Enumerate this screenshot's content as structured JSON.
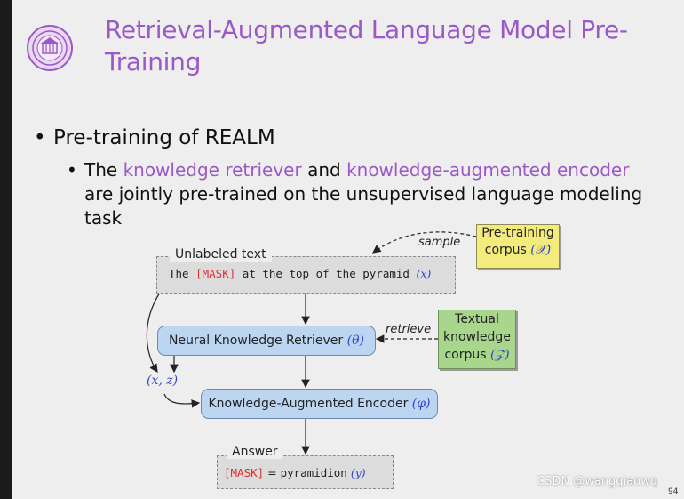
{
  "slide": {
    "title_line1": "Retrieval-Augmented Language Model Pre-",
    "title_line2": "Training",
    "bullet1": "Pre-training of REALM",
    "bullet2_pre": "The ",
    "bullet2_hl1": "knowledge retriever",
    "bullet2_mid": " and ",
    "bullet2_hl2": "knowledge-augmented encoder",
    "bullet2_post": " are jointly pre-trained on the unsupervised language modeling task",
    "page_number": "94"
  },
  "diagram": {
    "unlabeled_label": "Unlabeled text",
    "unlabeled_pre": "The ",
    "unlabeled_mask": "[MASK]",
    "unlabeled_post": " at the top of the pyramid ",
    "unlabeled_var": "(x)",
    "pretraining_corpus_line1": "Pre-training",
    "pretraining_corpus_line2": "corpus ",
    "pretraining_corpus_var": "(𝒳)",
    "sample_label": "sample",
    "retriever_label": "Neural Knowledge Retriever ",
    "retriever_var": "(θ)",
    "retrieve_label": "retrieve",
    "textual_line1": "Textual",
    "textual_line2": "knowledge",
    "textual_line3": "corpus ",
    "textual_var": "(𝒵)",
    "xz_label": "(x, z)",
    "encoder_label": "Knowledge-Augmented Encoder ",
    "encoder_var": "(φ)",
    "answer_label": "Answer",
    "answer_mask": "[MASK]",
    "answer_eq": " = ",
    "answer_word": "pyramidion",
    "answer_var": " (y)"
  },
  "overlay": {
    "watermark": "CSDN @wangqiaowq"
  },
  "colors": {
    "title_accent": "#9b59c6",
    "mask_red": "#e03030",
    "math_blue": "#3344cc",
    "module_blue": "#bcd6f2",
    "pretrain_yellow": "#f3ec7c",
    "textual_green": "#a8d68c"
  }
}
